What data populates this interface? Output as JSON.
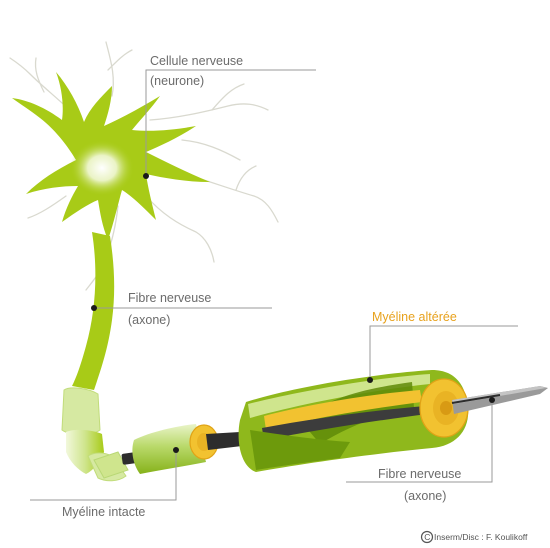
{
  "labels": {
    "neurone_line1": "Cellule nerveuse",
    "neurone_line2": "(neurone)",
    "fibre_top_line1": "Fibre nerveuse",
    "fibre_top_line2": "(axone)",
    "myeline_alteree": "Myéline altérée",
    "myeline_intacte": "Myéline intacte",
    "fibre_bottom_line1": "Fibre nerveuse",
    "fibre_bottom_line2": "(axone)"
  },
  "credit": {
    "symbol": "C",
    "text": "Inserm/Disc : F. Koulikoff"
  },
  "colors": {
    "neuron_green": "#a8cb17",
    "myelin_light_green": "#d4e8a0",
    "myelin_dark_green": "#7ea90d",
    "myelin_yellow": "#f2c230",
    "myelin_yellow_edge": "#e0a316",
    "axon_dark": "#2d2d2d",
    "label_gray": "#6b6b6b",
    "label_orange": "#e8a21d"
  }
}
